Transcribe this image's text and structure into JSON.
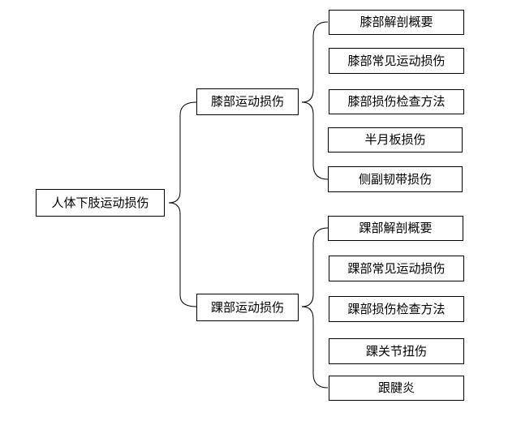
{
  "root": {
    "label": "人体下肢运动损伤"
  },
  "branches": [
    {
      "label": "膝部运动损伤",
      "children": [
        "膝部解剖概要",
        "膝部常见运动损伤",
        "膝部损伤检查方法",
        "半月板损伤",
        "侧副韧带损伤"
      ]
    },
    {
      "label": "踝部运动损伤",
      "children": [
        "踝部解剖概要",
        "踝部常见运动损伤",
        "踝部损伤检查方法",
        "踝关节扭伤",
        "跟腱炎"
      ]
    }
  ],
  "style": {
    "line_color": "#000000",
    "border_color": "#000000",
    "background": "#ffffff"
  }
}
